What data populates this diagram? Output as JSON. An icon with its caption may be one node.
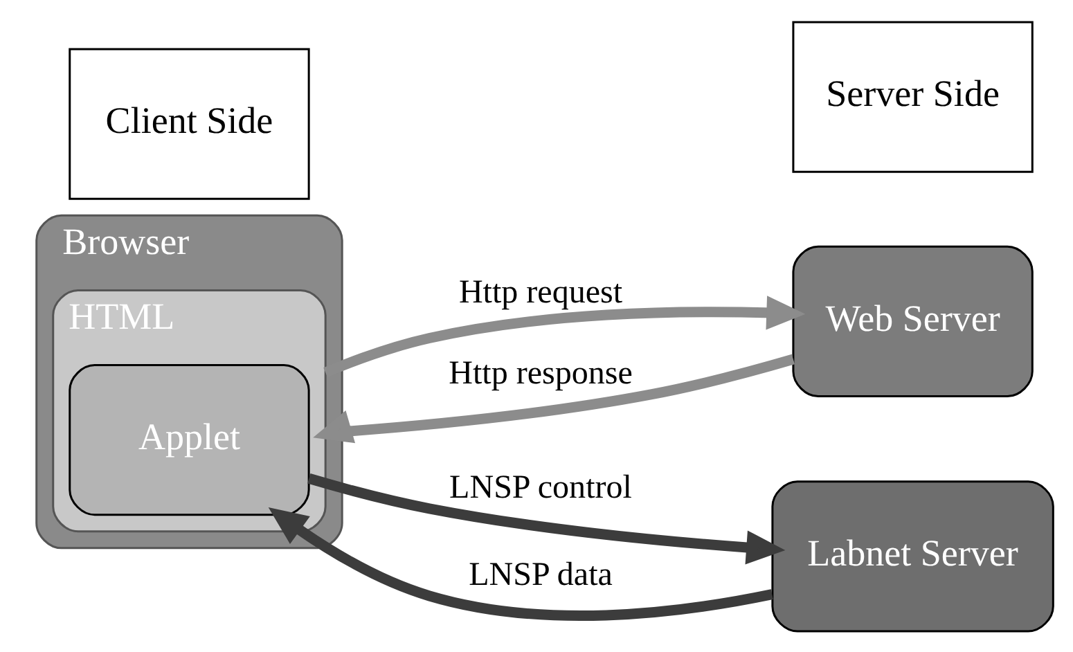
{
  "diagram": {
    "nodes": [
      {
        "text": [
          "Browser"
        ]
      },
      {
        "text": [
          "HTML"
        ],
        "in": 0
      },
      {
        "text": [
          "Applet"
        ],
        "in": 1
      },
      {
        "text": [
          "Web Server"
        ]
      },
      {
        "text": [
          "Labnet Server"
        ]
      },
      {
        "text": [
          "Client Side"
        ]
      },
      {
        "text": [
          "Server Side"
        ]
      }
    ],
    "edges": [
      {
        "from": 1,
        "to": 3,
        "arrow": "to",
        "label": "Http request",
        "color": "#8c8c8c"
      },
      {
        "from": 3,
        "to": 1,
        "arrow": "to",
        "label": "Http response",
        "color": "#8c8c8c"
      },
      {
        "from": 2,
        "to": 4,
        "arrow": "to",
        "label": "LNSP control",
        "color": "#3c3c3c"
      },
      {
        "from": 4,
        "to": 2,
        "arrow": "to",
        "label": "LNSP data",
        "color": "#3c3c3c"
      }
    ]
  }
}
